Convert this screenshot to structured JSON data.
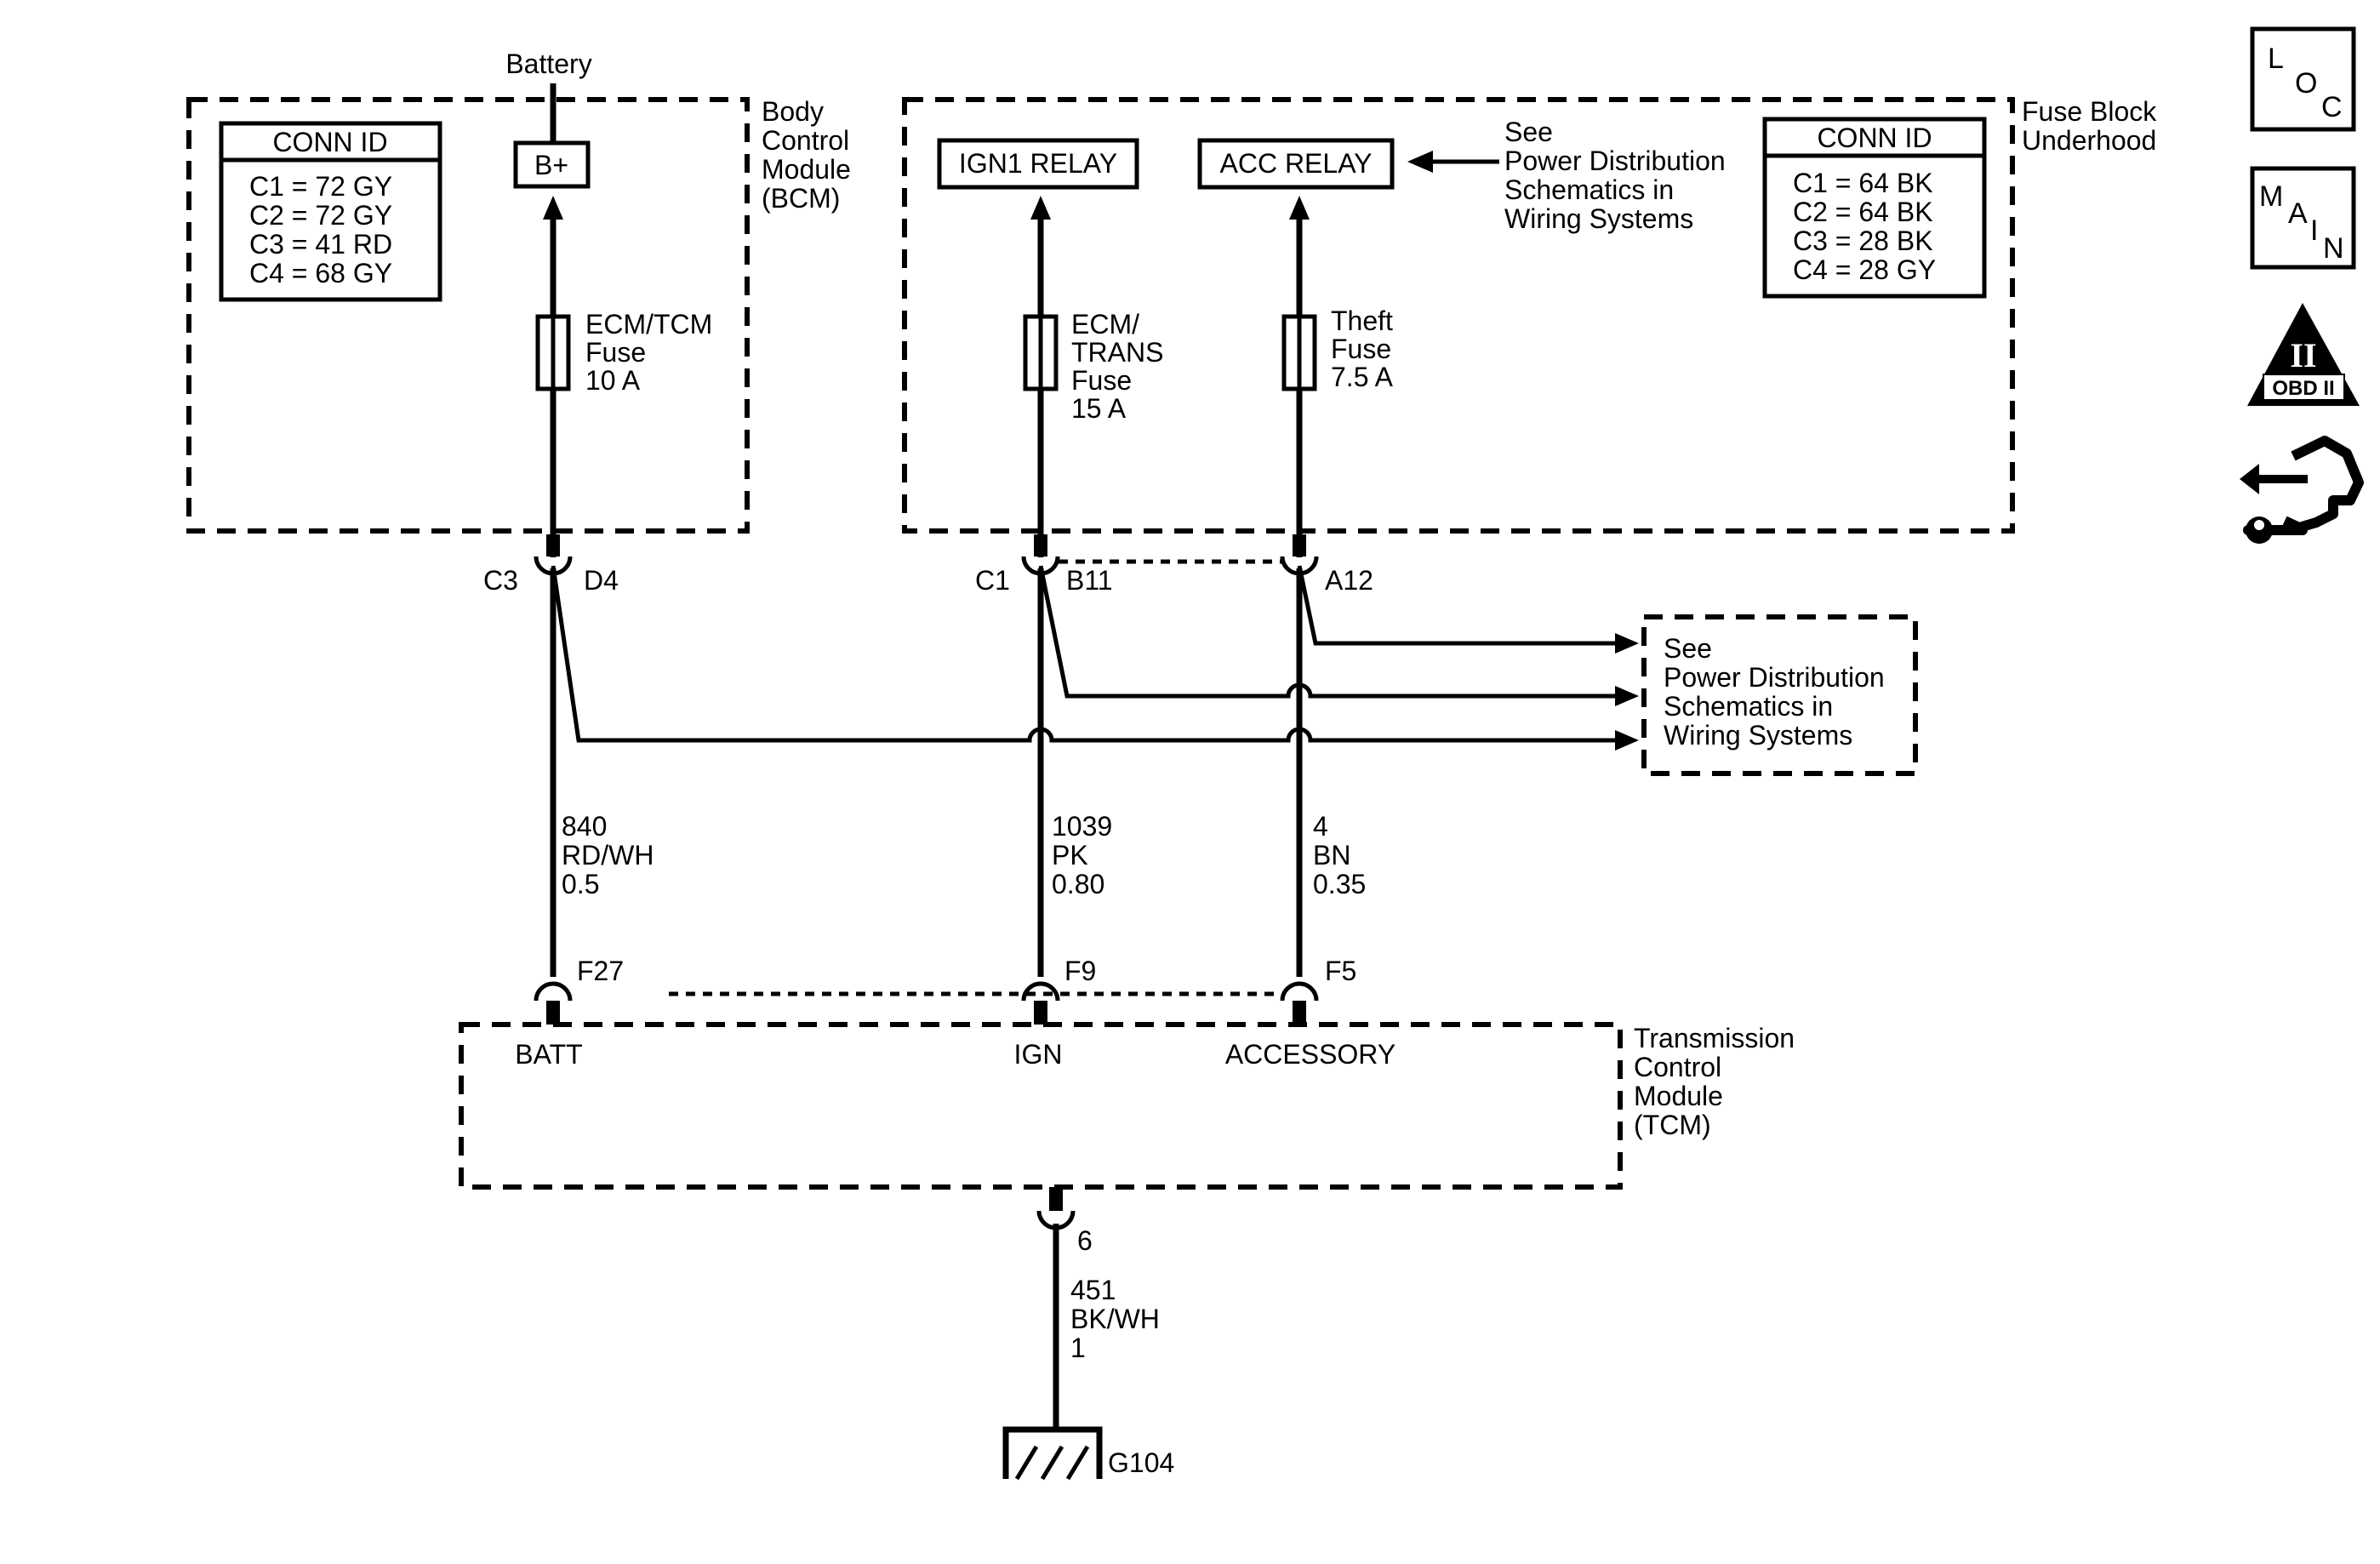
{
  "battery_label": "Battery",
  "bcm": {
    "name_lines": [
      "Body",
      "Control",
      "Module",
      "(BCM)"
    ],
    "conn_title": "CONN ID",
    "conn_rows": [
      "C1 = 72 GY",
      "C2 = 72 GY",
      "C3 = 41 RD",
      "C4 = 68 GY"
    ],
    "bplus": "B+",
    "fuse_lines": [
      "ECM/TCM",
      "Fuse",
      "10 A"
    ],
    "conn_left": "C3",
    "conn_right": "D4"
  },
  "fuse_block": {
    "name_lines": [
      "Fuse Block",
      "Underhood"
    ],
    "conn_title": "CONN ID",
    "conn_rows": [
      "C1 = 64 BK",
      "C2 = 64 BK",
      "C3 = 28 BK",
      "C4 = 28 GY"
    ],
    "ign1_relay": "IGN1 RELAY",
    "acc_relay": "ACC RELAY",
    "see_lines": [
      "See",
      "Power Distribution",
      "Schematics in",
      "Wiring Systems"
    ],
    "fuse1_lines": [
      "ECM/",
      "TRANS",
      "Fuse",
      "15 A"
    ],
    "fuse2_lines": [
      "Theft",
      "Fuse",
      "7.5 A"
    ],
    "conn_c1": "C1",
    "conn_b11": "B11",
    "conn_a12": "A12"
  },
  "see_box_lines": [
    "See",
    "Power Distribution",
    "Schematics in",
    "Wiring Systems"
  ],
  "wires": {
    "w1": [
      "840",
      "RD/WH",
      "0.5"
    ],
    "w2": [
      "1039",
      "PK",
      "0.80"
    ],
    "w3": [
      "4",
      "BN",
      "0.35"
    ],
    "w4": [
      "451",
      "BK/WH",
      "1"
    ]
  },
  "tcm": {
    "name_lines": [
      "Transmission",
      "Control",
      "Module",
      "(TCM)"
    ],
    "pin_batt": "F27",
    "pin_ign": "F9",
    "pin_acc": "F5",
    "label_batt": "BATT",
    "label_ign": "IGN",
    "label_acc": "ACCESSORY",
    "ground_pin": "6"
  },
  "ground_label": "G104",
  "icons": {
    "loc_letters": [
      "L",
      "O",
      "C"
    ],
    "main_letters": [
      "M",
      "A",
      "I",
      "N"
    ],
    "obd_roman": "II",
    "obd_label": "OBD II"
  },
  "icon_names": [
    "loc-icon",
    "main-icon",
    "obd-ii-icon",
    "hand-tool-icon"
  ]
}
